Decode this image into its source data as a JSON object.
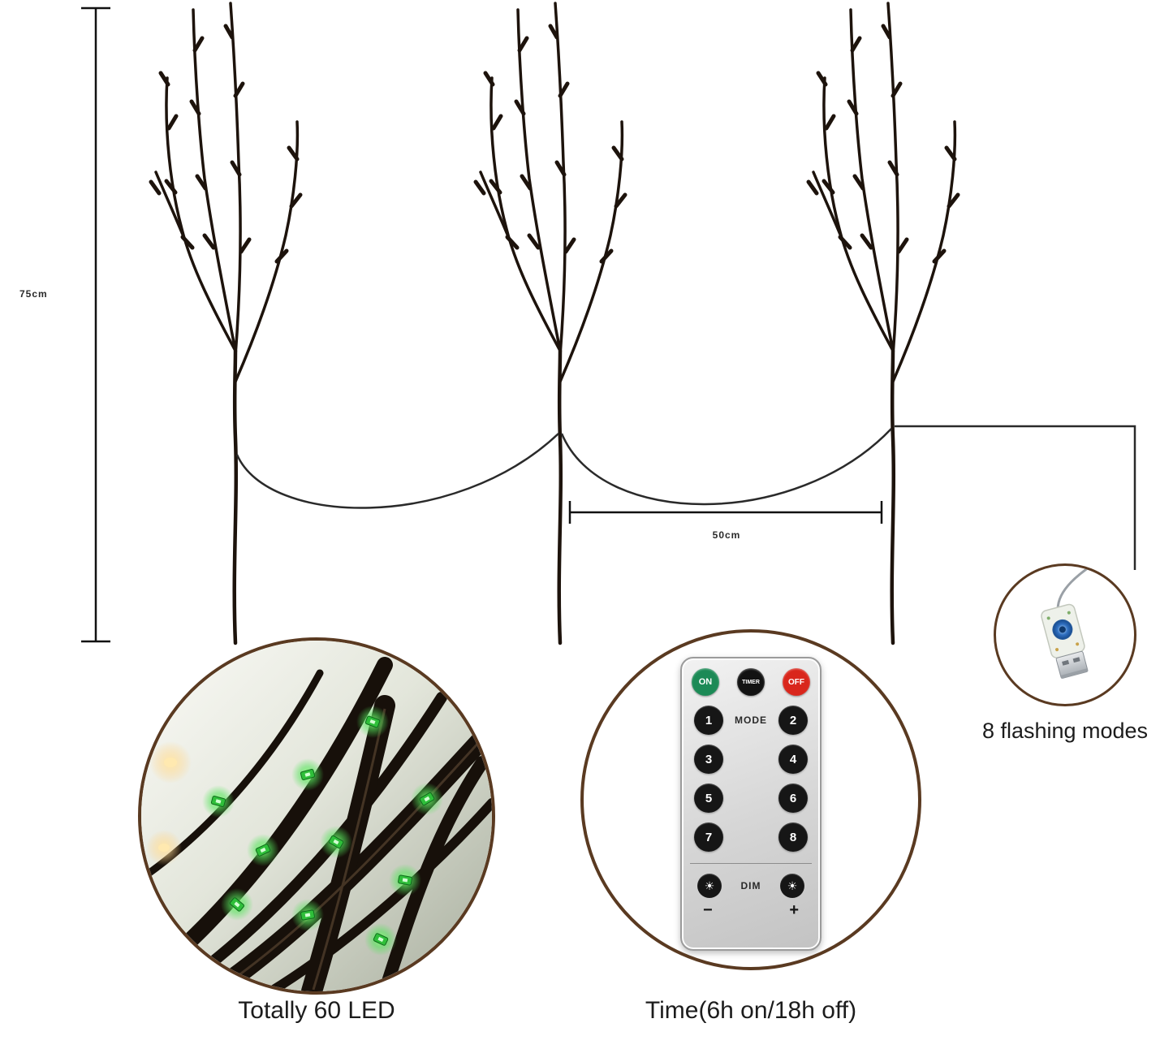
{
  "product": {
    "dimension_height": "75cm",
    "dimension_spacing": "50cm"
  },
  "captions": {
    "led": "Totally 60 LED",
    "timer": "Time(6h on/18h off)",
    "usb": "8 flashing modes"
  },
  "remote": {
    "power_buttons": {
      "on": "ON",
      "timer": "TIMER",
      "off": "OFF"
    },
    "mode_label": "MODE",
    "mode_numbers": [
      "1",
      "2",
      "3",
      "4",
      "5",
      "6",
      "7",
      "8"
    ],
    "dim_label": "DIM",
    "minus": "−",
    "plus": "+",
    "sun_icon": "☀"
  },
  "colors": {
    "circle_border": "#5a3a21",
    "branch": "#1d130c",
    "on_button": "#1c8a56",
    "off_button": "#d9261c",
    "timer_button": "#121212",
    "led_green": "#2fbf3a"
  }
}
